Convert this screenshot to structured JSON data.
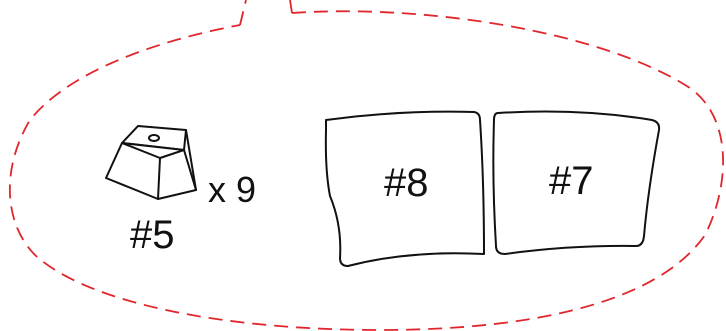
{
  "diagram": {
    "callout_color": "#e0262b",
    "line_color": "#111111",
    "parts": [
      {
        "id": "#5",
        "quantity_text": "x 9",
        "shape": "keycap-spacer-block"
      },
      {
        "id": "#8",
        "shape": "curved-panel-left"
      },
      {
        "id": "#7",
        "shape": "curved-panel-right"
      }
    ]
  }
}
